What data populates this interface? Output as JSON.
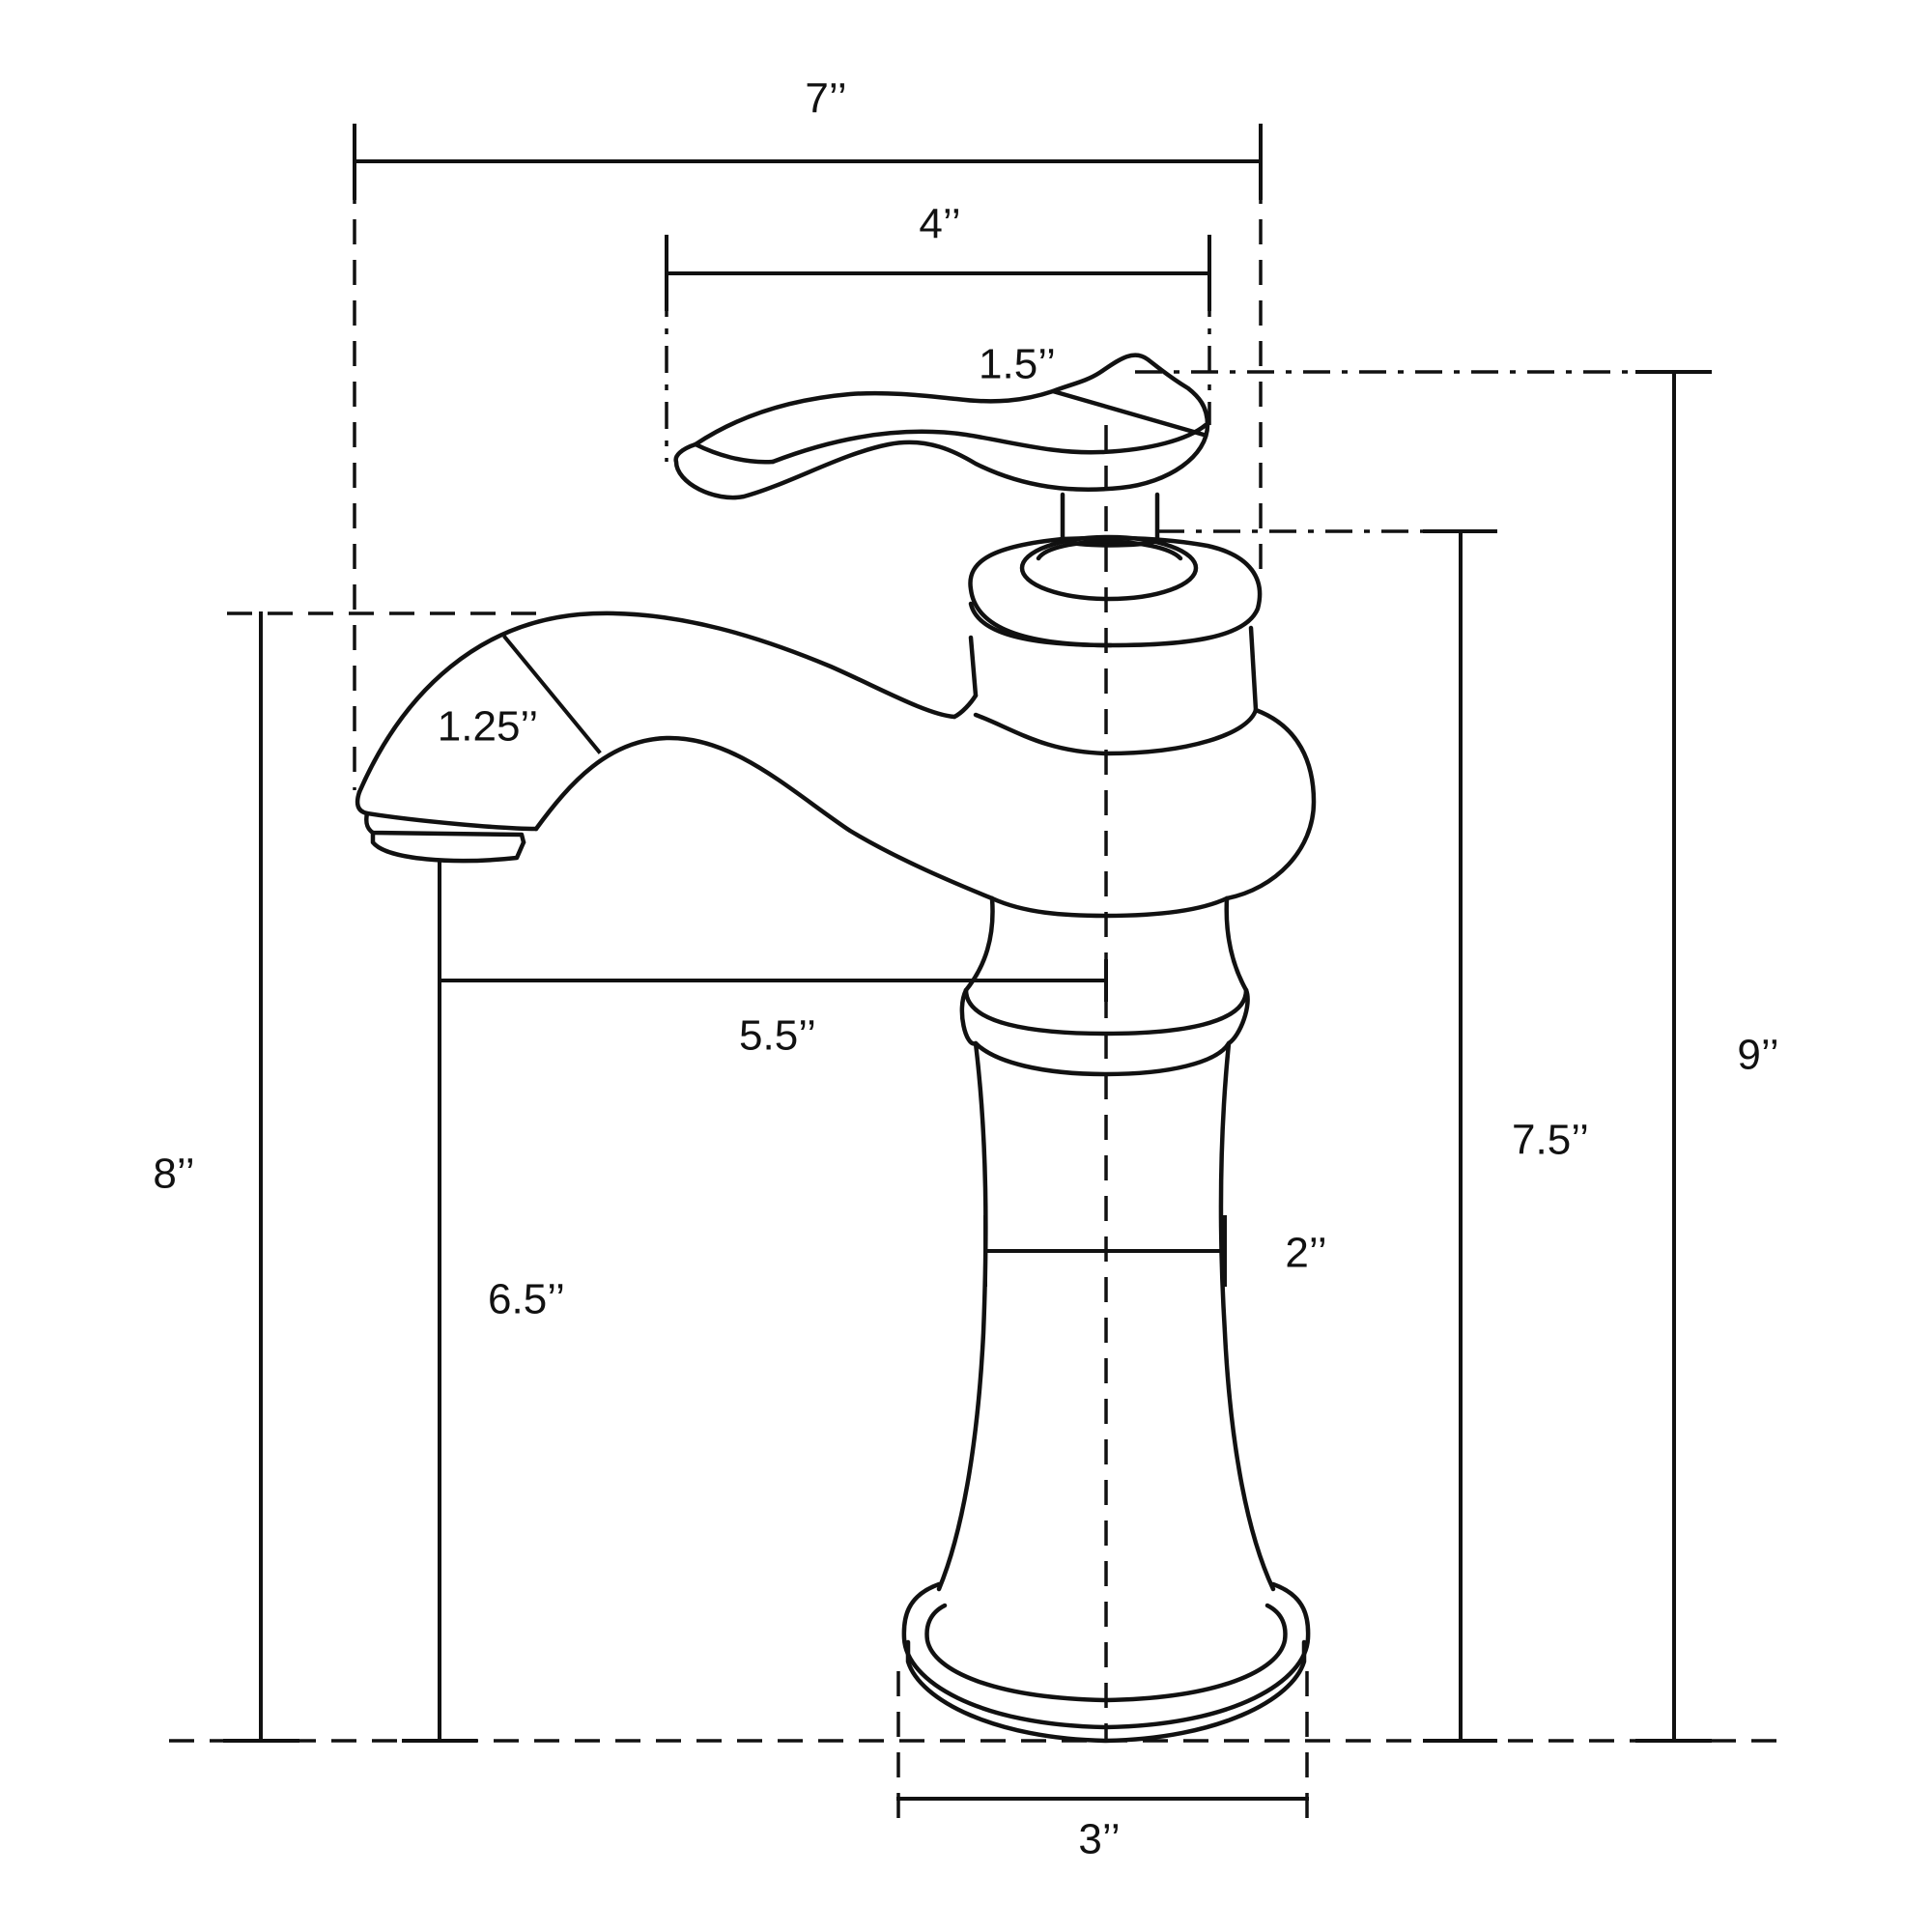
{
  "dimensions": {
    "overall_width": "7’’",
    "handle_width": "4’’",
    "handle_thickness": "1.5’’",
    "spout_thickness": "1.25’’",
    "spout_reach": "5.5’’",
    "spout_height": "8’’",
    "spout_clearance": "6.5’’",
    "body_diameter": "2’’",
    "base_diameter": "3’’",
    "body_height": "7.5’’",
    "overall_height": "9’’"
  },
  "colors": {
    "line": "#111111",
    "background": "#ffffff"
  }
}
